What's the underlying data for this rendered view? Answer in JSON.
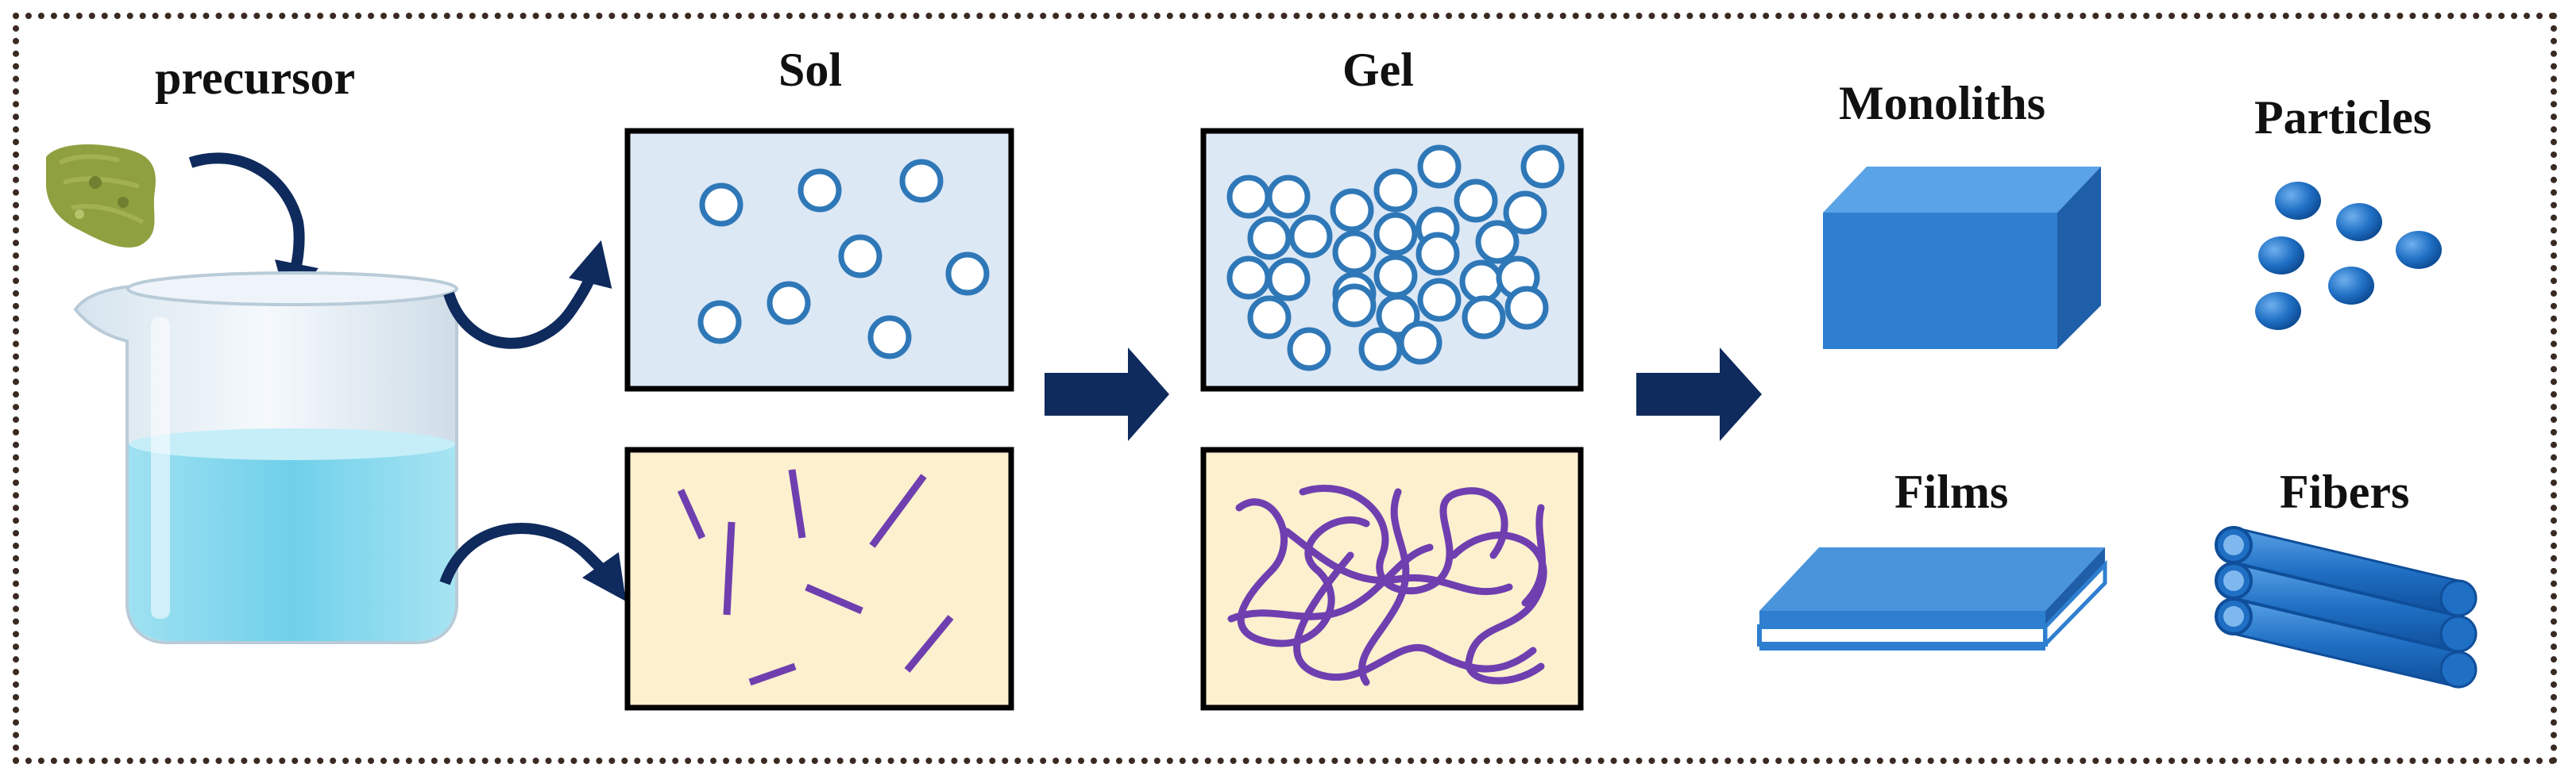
{
  "labels": {
    "precursor": "precursor",
    "sol": "Sol",
    "gel": "Gel",
    "monoliths": "Monoliths",
    "particles": "Particles",
    "films": "Films",
    "fibers": "Fibers"
  },
  "colors": {
    "border": "#3a2a22",
    "sol_panel_fill": "#dde8f5",
    "rod_panel_fill": "#fdf0cf",
    "circle_stroke": "#2f78b8",
    "rod_color": "#6f3fb0",
    "arrow": "#0f2a5c",
    "product_blue": "#2f7fd0",
    "liquid": "#7fd6ec",
    "powder": "#8fa040"
  },
  "icons": [
    "powder-icon",
    "beaker-icon",
    "curved-arrow-icon",
    "right-arrow-icon",
    "monolith-block-icon",
    "particles-icon",
    "film-icon",
    "fibers-icon"
  ]
}
